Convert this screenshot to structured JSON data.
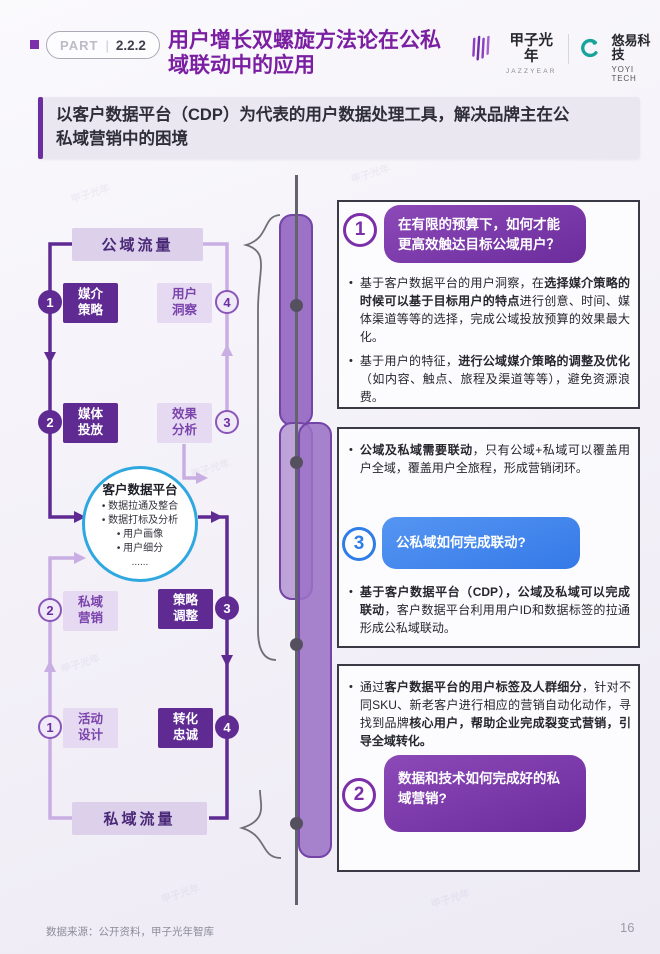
{
  "ui": {
    "bullet": "•",
    "watermark": "甲子光年"
  },
  "header": {
    "part_label": "PART",
    "part_number": "2.2.2",
    "title": "用户增长双螺旋方法论在公私\n域联动中的应用",
    "logo_jazzyear_cn": "甲子光年",
    "logo_jazzyear_en": "JAZZYEAR",
    "logo_yoyi_cn": "悠易科技",
    "logo_yoyi_en": "YOYI TECH"
  },
  "banner": {
    "text": "以客户数据平台（CDP）为代表的用户数据处理工具，解决品牌主在公\n私域营销中的困境"
  },
  "diagram": {
    "top_node": "公域流量",
    "bottom_node": "私域流量",
    "nodes": {
      "media_strategy": {
        "num": "1",
        "label": "媒介\n策略"
      },
      "user_insight": {
        "num": "4",
        "label": "用户\n洞察"
      },
      "media_buying": {
        "num": "2",
        "label": "媒体\n投放"
      },
      "effect_analysis": {
        "num": "3",
        "label": "效果\n分析"
      },
      "private_marketing": {
        "num": "2",
        "label": "私域\n营销"
      },
      "strategy_adjust": {
        "num": "3",
        "label": "策略\n调整"
      },
      "campaign_design": {
        "num": "1",
        "label": "活动\n设计"
      },
      "conversion_loyalty": {
        "num": "4",
        "label": "转化\n忠诚"
      }
    },
    "cdp": {
      "title": "客户数据平台",
      "item1": "• 数据拉通及整合",
      "item2": "• 数据打标及分析",
      "sub1": "• 用户画像",
      "sub2": "• 用户细分",
      "more": "......"
    }
  },
  "qa": {
    "q1": {
      "num": "1",
      "question": "在有限的预算下，如何才能\n更高效触达目标公域用户？",
      "bullets": [
        [
          {
            "t": "基于客户数据平台的用户洞察，在",
            "b": false
          },
          {
            "t": "选择媒介策略的时候可以基于目标用户的特点",
            "b": true
          },
          {
            "t": "进行创意、时间、媒体渠道等等的选择，完成公域投放预算的效果最大化。",
            "b": false
          }
        ],
        [
          {
            "t": "基于用户的特征，",
            "b": false
          },
          {
            "t": "进行公域媒介策略的调整及优化",
            "b": true
          },
          {
            "t": "（如内容、触点、旅程及渠道等等），避免资源浪费。",
            "b": false
          }
        ]
      ]
    },
    "q3": {
      "num": "3",
      "question": "公私域如何完成联动?",
      "bullet_top": [
        {
          "t": "公域及私域需要联动",
          "b": true
        },
        {
          "t": "，只有公域+私域可以覆盖用户全域，覆盖用户全旅程，形成营销闭环。",
          "b": false
        }
      ],
      "bullet_bottom": [
        {
          "t": "基于客户数据平台（CDP），公域及私域可以完成联动",
          "b": true
        },
        {
          "t": "，客户数据平台利用用户ID和数据标签的拉通形成公私域联动。",
          "b": false
        }
      ]
    },
    "q2": {
      "num": "2",
      "question": "数据和技术如何完成好的私\n域营销?",
      "bullets": [
        [
          {
            "t": "通过",
            "b": false
          },
          {
            "t": "客户数据平台的用户标签及人群细分",
            "b": true
          },
          {
            "t": "，针对不同SKU、新老客户进行相应的营销自动化动作，寻找到品牌",
            "b": false
          },
          {
            "t": "核心用户，帮助企业完成裂变式营销，引导全域转化。",
            "b": true
          }
        ]
      ]
    }
  },
  "footer": {
    "source": "数据来源：公开资料，甲子光年智库",
    "page": "16"
  },
  "colors": {
    "accent_purple": "#6b2e9e",
    "title_purple": "#7b1fa2",
    "light_purple_fill": "#e5daf1",
    "pill_blue": "#3f86ef",
    "cdp_border_blue": "#2fa8e0"
  }
}
